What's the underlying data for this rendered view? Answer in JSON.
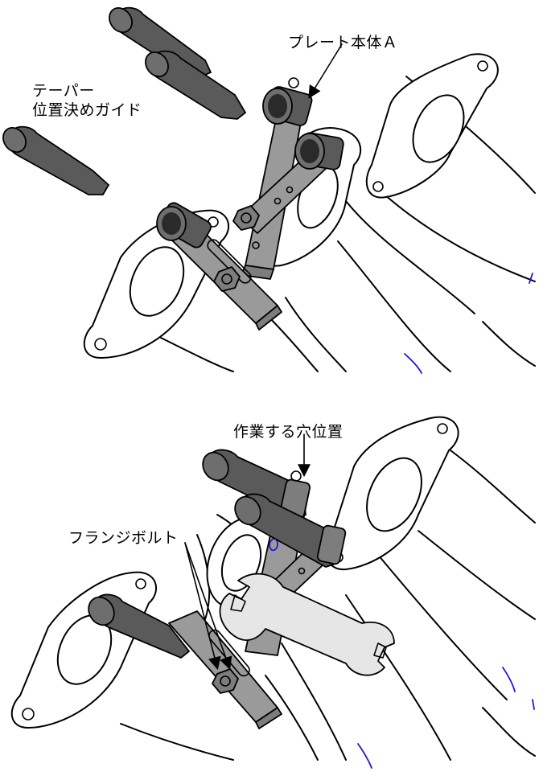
{
  "labels": {
    "taper_guide_line1": "テーパー",
    "taper_guide_line2": "位置決めガイド",
    "plate_body": "プレート本体Ａ",
    "working_hole": "作業する穴位置",
    "flange_bolt": "フランジボルト"
  },
  "colors": {
    "pin": "#5a5a5a",
    "plate": "#9a9a9a",
    "wrench": "#e6e6e6",
    "accent_marks": "#1a1ad6"
  }
}
